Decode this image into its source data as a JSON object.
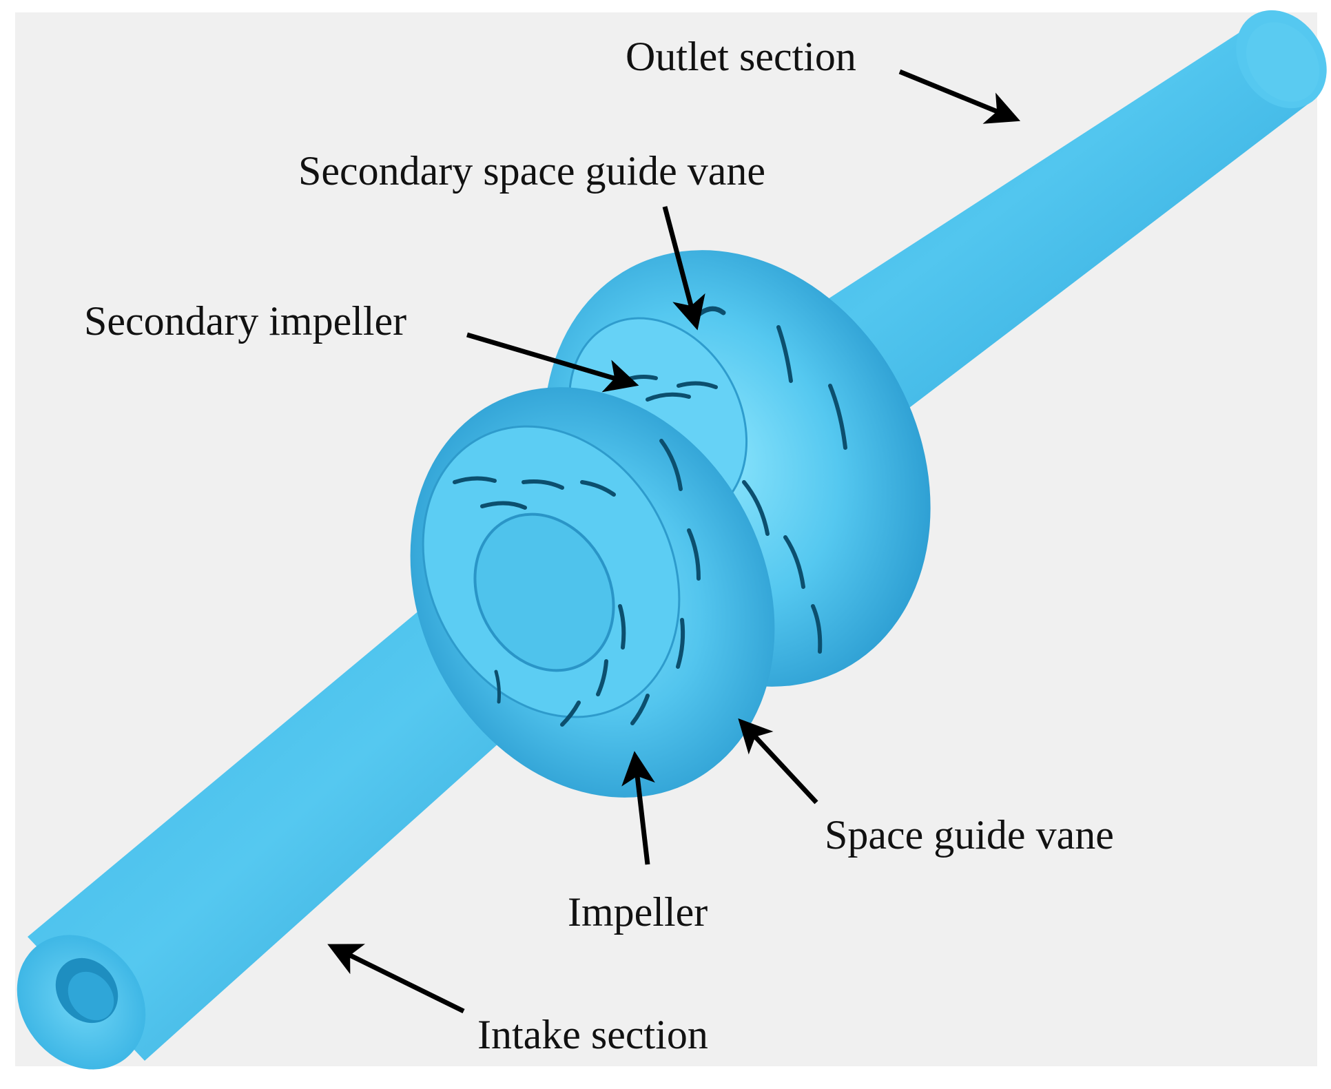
{
  "colors": {
    "background": "#f0f0f0",
    "pipe_body": "#4fc3ec",
    "pipe_shade": "#1f8fc0",
    "pump_highlight": "#8de3fb",
    "blade_slot": "#0c4f6e",
    "arrow": "#000000",
    "label_text": "#111111"
  },
  "labels": {
    "outlet_section": "Outlet section",
    "secondary_space_guide_vane": "Secondary space guide vane",
    "secondary_impeller": "Secondary impeller",
    "space_guide_vane": "Space guide vane",
    "impeller": "Impeller",
    "intake_section": "Intake section"
  }
}
